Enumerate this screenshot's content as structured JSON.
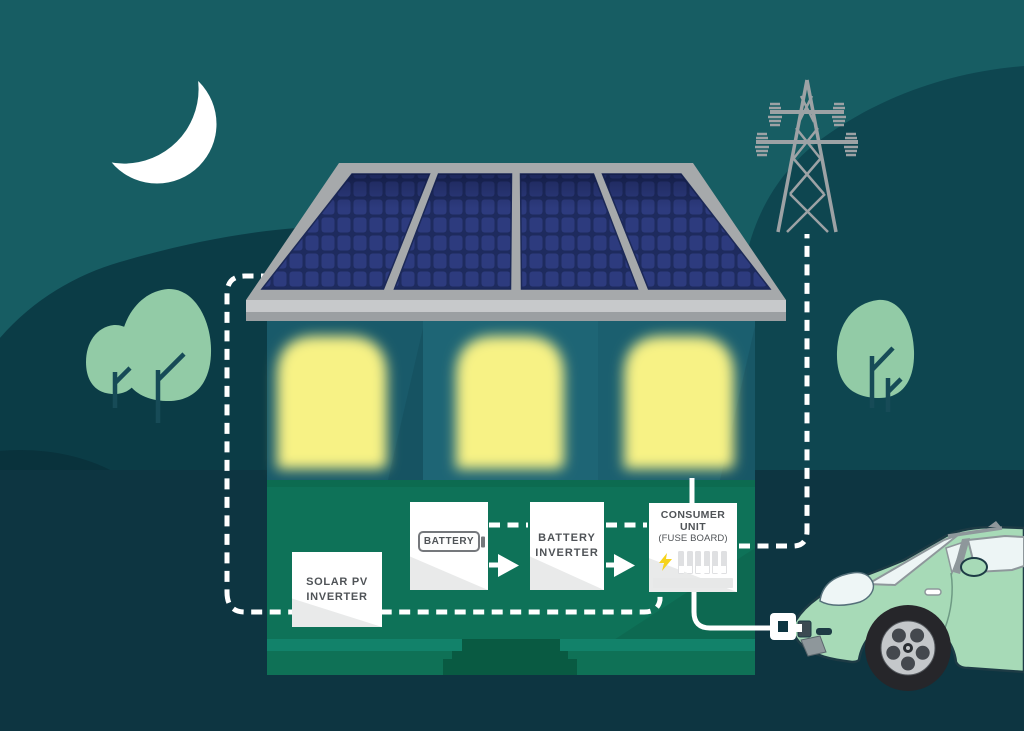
{
  "title": "home-solar-battery-system-night-diagram",
  "boxes": [
    {
      "id": "solar-pv-inverter",
      "lines": [
        "SOLAR PV",
        "INVERTER"
      ]
    },
    {
      "id": "battery",
      "lines": [
        "BATTERY"
      ]
    },
    {
      "id": "battery-inverter",
      "lines": [
        "BATTERY",
        "INVERTER"
      ]
    },
    {
      "id": "consumer-unit",
      "lines": [
        "CONSUMER",
        "UNIT",
        "(FUSE BOARD)"
      ]
    }
  ],
  "scene": {
    "icons": [
      "crescent-moon-icon",
      "tree-icon",
      "electricity-pylon-icon",
      "solar-panel-array-icon",
      "house-icon",
      "glowing-window-icon",
      "lightning-bolt-icon",
      "battery-icon",
      "fuse-switch-icon",
      "electric-car-icon",
      "charging-plug-icon",
      "dashed-connection-line",
      "flow-arrow-icon"
    ],
    "colors": {
      "sky": "#175d63",
      "hill_far": "#0e4650",
      "hill_near": "#0b3c46",
      "ground": "#0d3541",
      "moon": "#ffffff",
      "tree_foliage": "#92cba6",
      "tree_trunk": "#174b57",
      "pylon_gray": "#9da2a5",
      "roof_gray": "#a6a9ab",
      "solar_panel_navy": "#2d3b7e",
      "solar_panel_grid": "#1e2b5e",
      "wall_teal": "#1c6171",
      "window_glow": "#f7f285",
      "facade_green": "#0e7258",
      "facade_band": "#12826a",
      "door_dark_green": "#095a42",
      "box_white": "#ffffff",
      "box_text": "#4f5357",
      "line_white": "#ffffff",
      "bolt_yellow": "#f6d31c",
      "car_green": "#a7dab7",
      "car_outline": "#1d3b45"
    }
  }
}
